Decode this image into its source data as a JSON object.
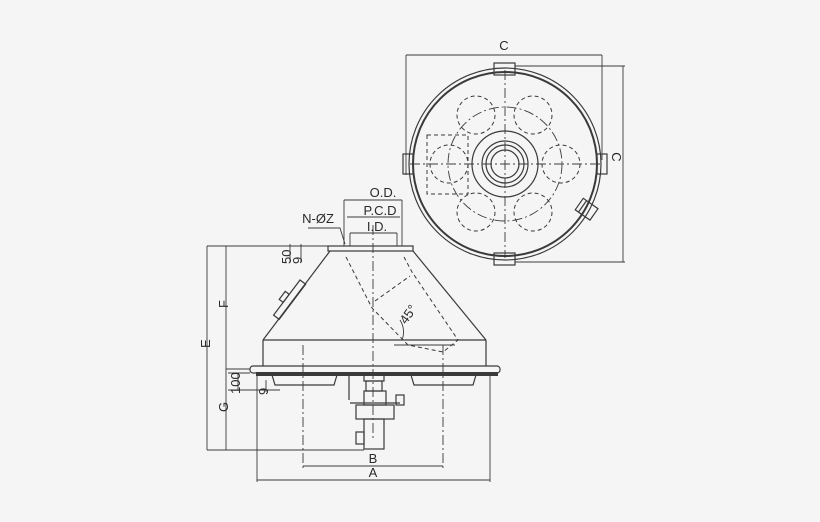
{
  "diagram": {
    "title": "",
    "colors": {
      "background": "#f5f5f5",
      "line": "#3a3a3a"
    },
    "top_view": {
      "labels": {
        "width": "C",
        "height": "C"
      }
    },
    "side_view": {
      "flange_labels": {
        "outer_diameter": "O.D.",
        "pitch_circle_diameter": "P.C.D",
        "inner_diameter": "I.D.",
        "holes": "N-ØZ"
      },
      "dimensions": {
        "overall_height": "E",
        "upper_height": "F",
        "lower_height": "G",
        "flange_thickness_50": "50",
        "flange_offset_9": "9",
        "lower_100": "100",
        "lower_9": "9",
        "inner_width": "B",
        "overall_width": "A",
        "angle": "45°"
      }
    }
  }
}
